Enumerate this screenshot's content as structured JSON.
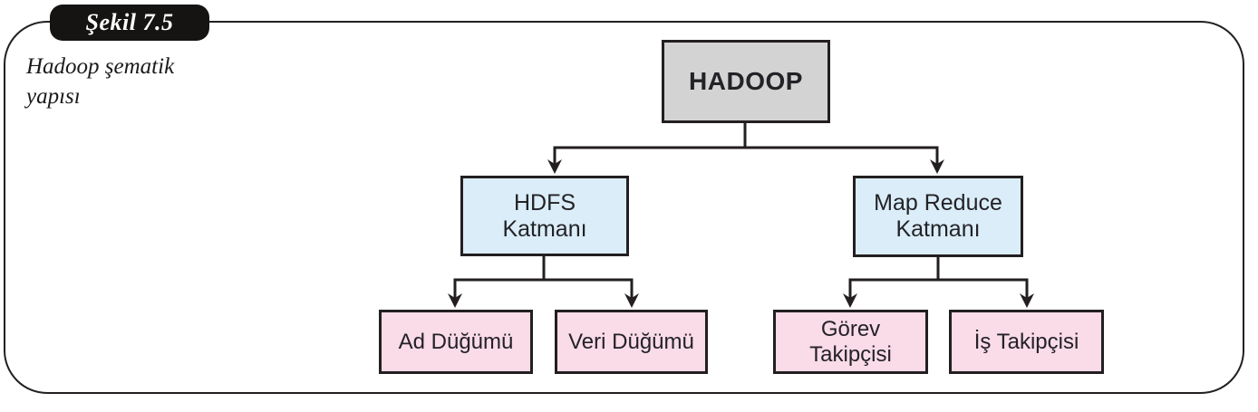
{
  "figure": {
    "badge_label": "Şekil 7.5",
    "caption": "Hadoop şematik yapısı"
  },
  "diagram": {
    "root": {
      "label": "HADOOP"
    },
    "level2": [
      {
        "label": "HDFS Katmanı"
      },
      {
        "label": "Map Reduce Katmanı"
      }
    ],
    "level3": [
      {
        "label": "Ad Düğümü"
      },
      {
        "label": "Veri Düğümü"
      },
      {
        "label": "Görev Takipçisi"
      },
      {
        "label": "İş Takipçisi"
      }
    ]
  },
  "colors": {
    "line": "#231f20",
    "badge_bg": "#161413",
    "root_fill": "#d3d3d3",
    "layer_fill": "#daedf8",
    "leaf_fill": "#fadbe8"
  }
}
